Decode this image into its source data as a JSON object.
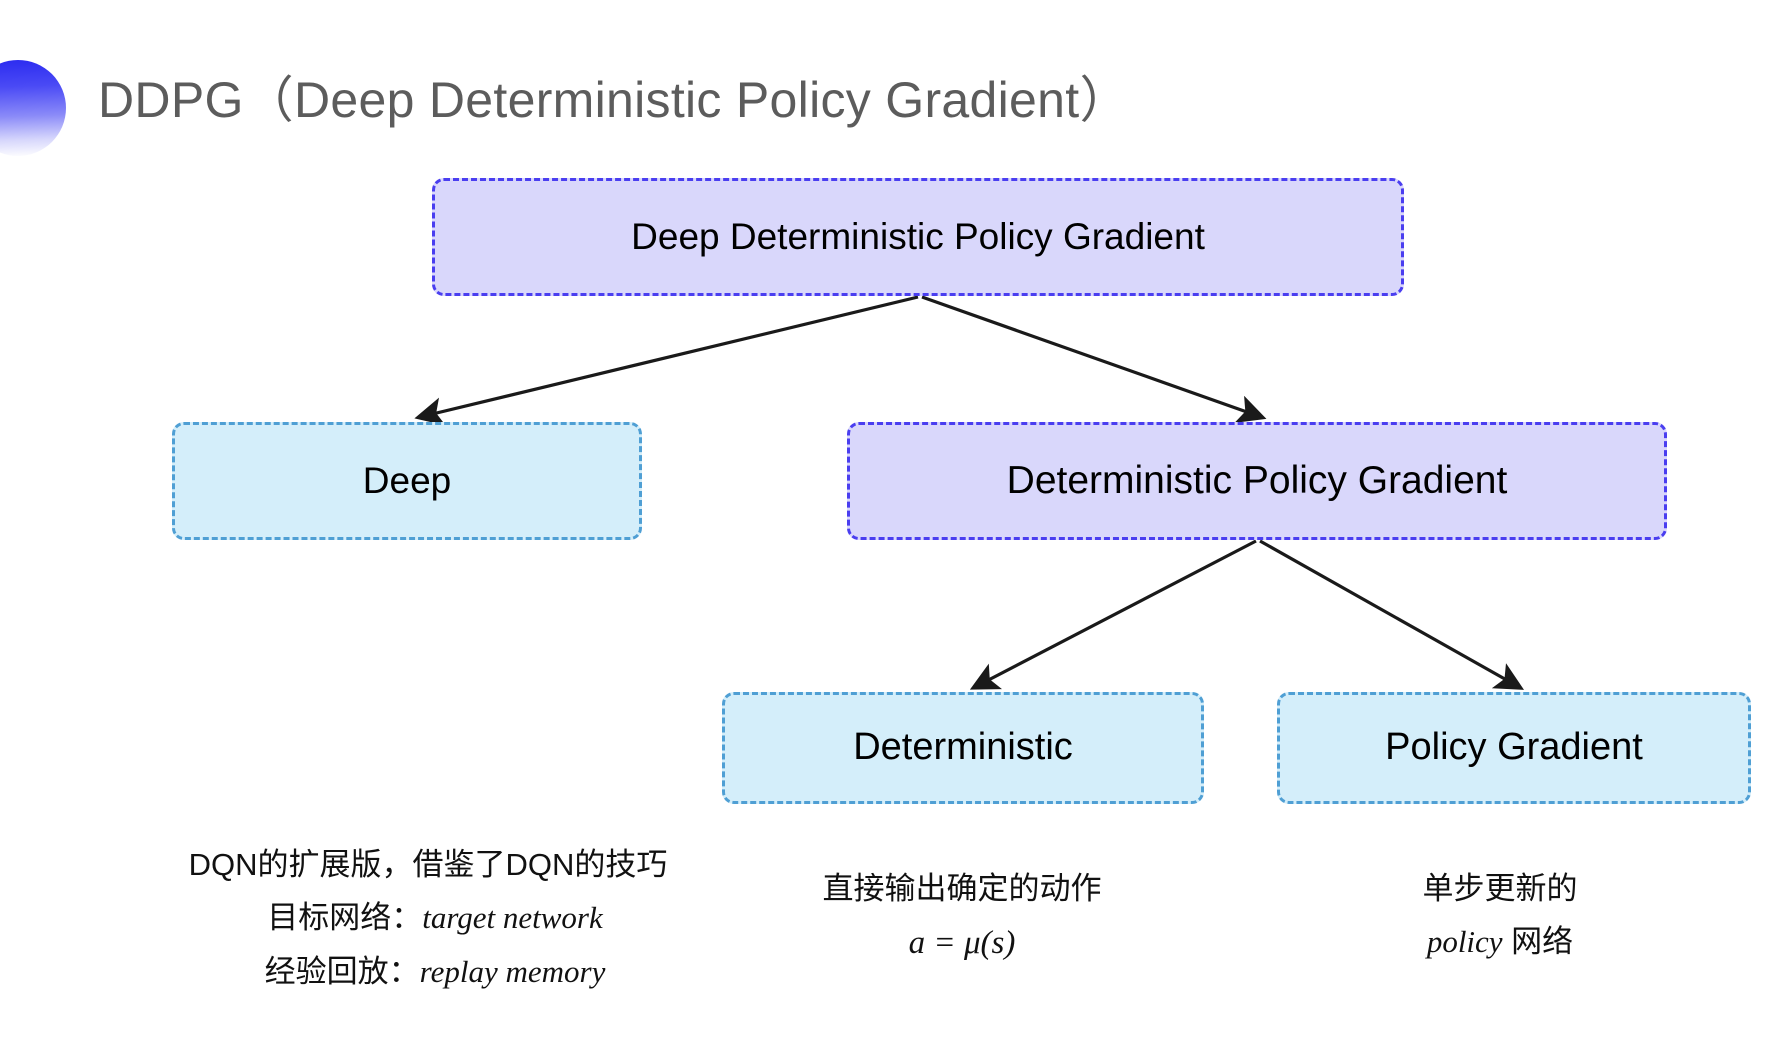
{
  "slide": {
    "title": "DDPG（Deep Deterministic Policy Gradient）",
    "background_color": "#ffffff",
    "accent_color": "#2b2bf0"
  },
  "palette": {
    "purple_fill": "#d9d7fb",
    "purple_border": "#4a3ef0",
    "cyan_fill": "#d4eefa",
    "cyan_border": "#4f9fd4",
    "arrow_color": "#1a1a1a",
    "title_color": "#5c5c5c",
    "text_color": "#111111"
  },
  "diagram": {
    "type": "tree",
    "nodes": [
      {
        "id": "root",
        "label": "Deep Deterministic Policy Gradient",
        "style": "purple",
        "level": 0
      },
      {
        "id": "deep",
        "label": "Deep",
        "style": "cyan",
        "level": 1
      },
      {
        "id": "dpg",
        "label": "Deterministic Policy Gradient",
        "style": "purple",
        "level": 1
      },
      {
        "id": "det",
        "label": "Deterministic",
        "style": "cyan",
        "level": 2
      },
      {
        "id": "pg",
        "label": "Policy Gradient",
        "style": "cyan",
        "level": 2
      }
    ],
    "edges": [
      {
        "from": "root",
        "to": "deep"
      },
      {
        "from": "root",
        "to": "dpg"
      },
      {
        "from": "dpg",
        "to": "det"
      },
      {
        "from": "dpg",
        "to": "pg"
      }
    ]
  },
  "captions": {
    "deep": {
      "line1": "DQN的扩展版，借鉴了DQN的技巧",
      "line2_label": "目标网络：",
      "line2_term": "target network",
      "line3_label": "经验回放：",
      "line3_term": "replay memory"
    },
    "deterministic": {
      "line1": "直接输出确定的动作",
      "formula": "a = μ(s)"
    },
    "policy_gradient": {
      "line1": "单步更新的",
      "line2_term": "policy",
      "line2_suffix": " 网络"
    }
  }
}
